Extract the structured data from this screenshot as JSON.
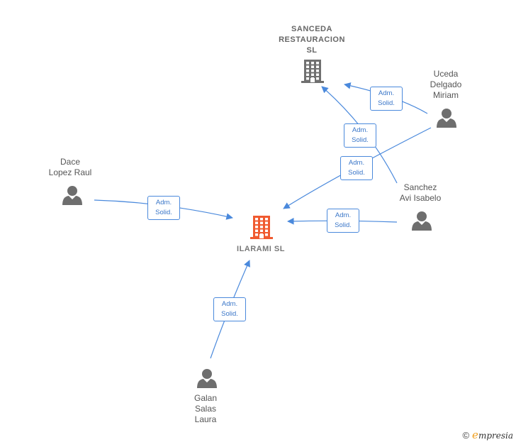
{
  "colors": {
    "edge": "#4a89dc",
    "person": "#6e6e6e",
    "company": "#707070",
    "main_company": "#f05a30"
  },
  "nodes": {
    "sanceda": {
      "label": "SANCEDA\nRESTAURACION\nSL",
      "icon": "building-icon"
    },
    "ilarami": {
      "label": "ILARAMI  SL",
      "icon": "building-icon"
    },
    "uceda": {
      "label": "Uceda\nDelgado\nMiriam",
      "icon": "person-icon"
    },
    "dace": {
      "label": "Dace\nLopez Raul",
      "icon": "person-icon"
    },
    "sanchez": {
      "label": "Sanchez\nAvi Isabelo",
      "icon": "person-icon"
    },
    "galan": {
      "label": "Galan\nSalas\nLaura",
      "icon": "person-icon"
    }
  },
  "edges": [
    {
      "from": "uceda",
      "to": "sanceda",
      "line1": "Adm.",
      "line2": "Solid."
    },
    {
      "from": "sanchez",
      "to": "sanceda",
      "line1": "Adm.",
      "line2": "Solid."
    },
    {
      "from": "uceda",
      "to": "ilarami",
      "line1": "Adm.",
      "line2": "Solid."
    },
    {
      "from": "dace",
      "to": "ilarami",
      "line1": "Adm.",
      "line2": "Solid."
    },
    {
      "from": "sanchez",
      "to": "ilarami",
      "line1": "Adm.",
      "line2": "Solid."
    },
    {
      "from": "galan",
      "to": "ilarami",
      "line1": "Adm.",
      "line2": "Solid."
    }
  ],
  "footer": {
    "copyright": "©",
    "brand_initial": "e",
    "brand_rest": "mpresia"
  }
}
